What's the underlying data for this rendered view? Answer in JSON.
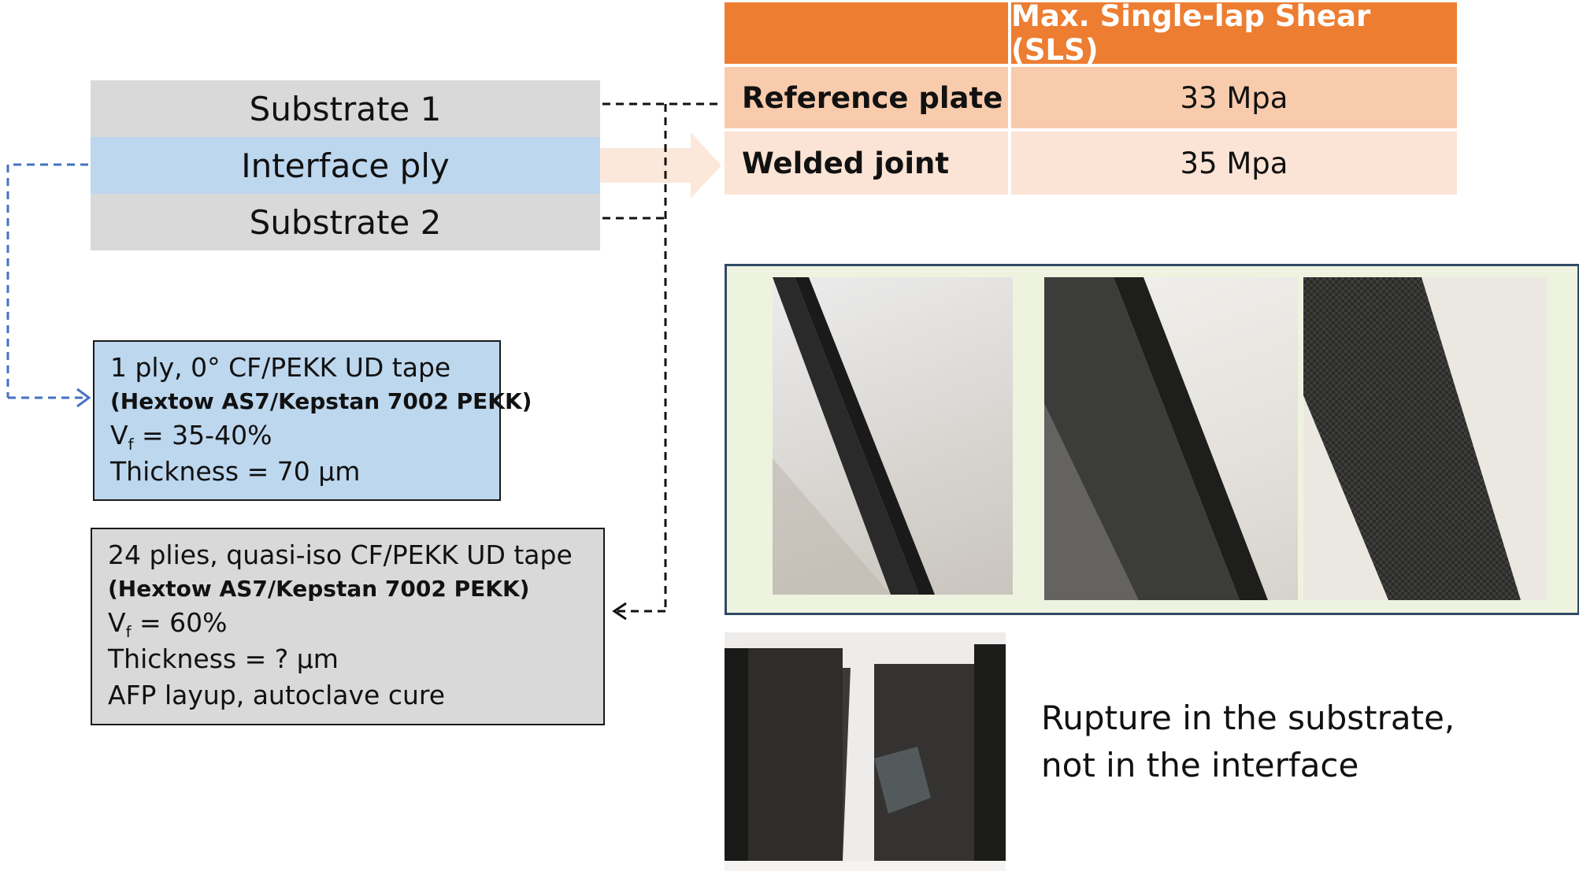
{
  "layers": {
    "substrate_1": "Substrate 1",
    "interface_ply": "Interface ply",
    "substrate_2": "Substrate 2"
  },
  "interface_box": {
    "line1": "1 ply, 0° CF/PEKK UD tape",
    "line2": "(Hextow AS7/Kepstan 7002 PEKK)",
    "vf_symbol": "V",
    "vf_sub": "f",
    "vf_value": " = 35-40%",
    "thickness": "Thickness = 70 µm"
  },
  "substrate_box": {
    "line1": "24 plies, quasi-iso CF/PEKK UD tape",
    "line2": "(Hextow AS7/Kepstan 7002 PEKK)",
    "vf_symbol": "V",
    "vf_sub": "f",
    "vf_value": " = 60%",
    "thickness": "Thickness = ? µm",
    "process": "AFP layup, autoclave cure"
  },
  "results_table": {
    "header": "Max. Single-lap Shear (SLS)",
    "rows": [
      {
        "label": "Reference plate",
        "value": "33 Mpa"
      },
      {
        "label": "Welded joint",
        "value": "35 Mpa"
      }
    ]
  },
  "caption": {
    "line1": "Rupture in the substrate,",
    "line2": "not in the interface"
  },
  "colors": {
    "table_header": "#ed7d31",
    "table_row1": "#f8cbad",
    "table_row2": "#fbe4d5",
    "interface_blue": "#bdd7ee",
    "substrate_grey": "#d9d9d9",
    "connector_blue": "#4472c4"
  }
}
